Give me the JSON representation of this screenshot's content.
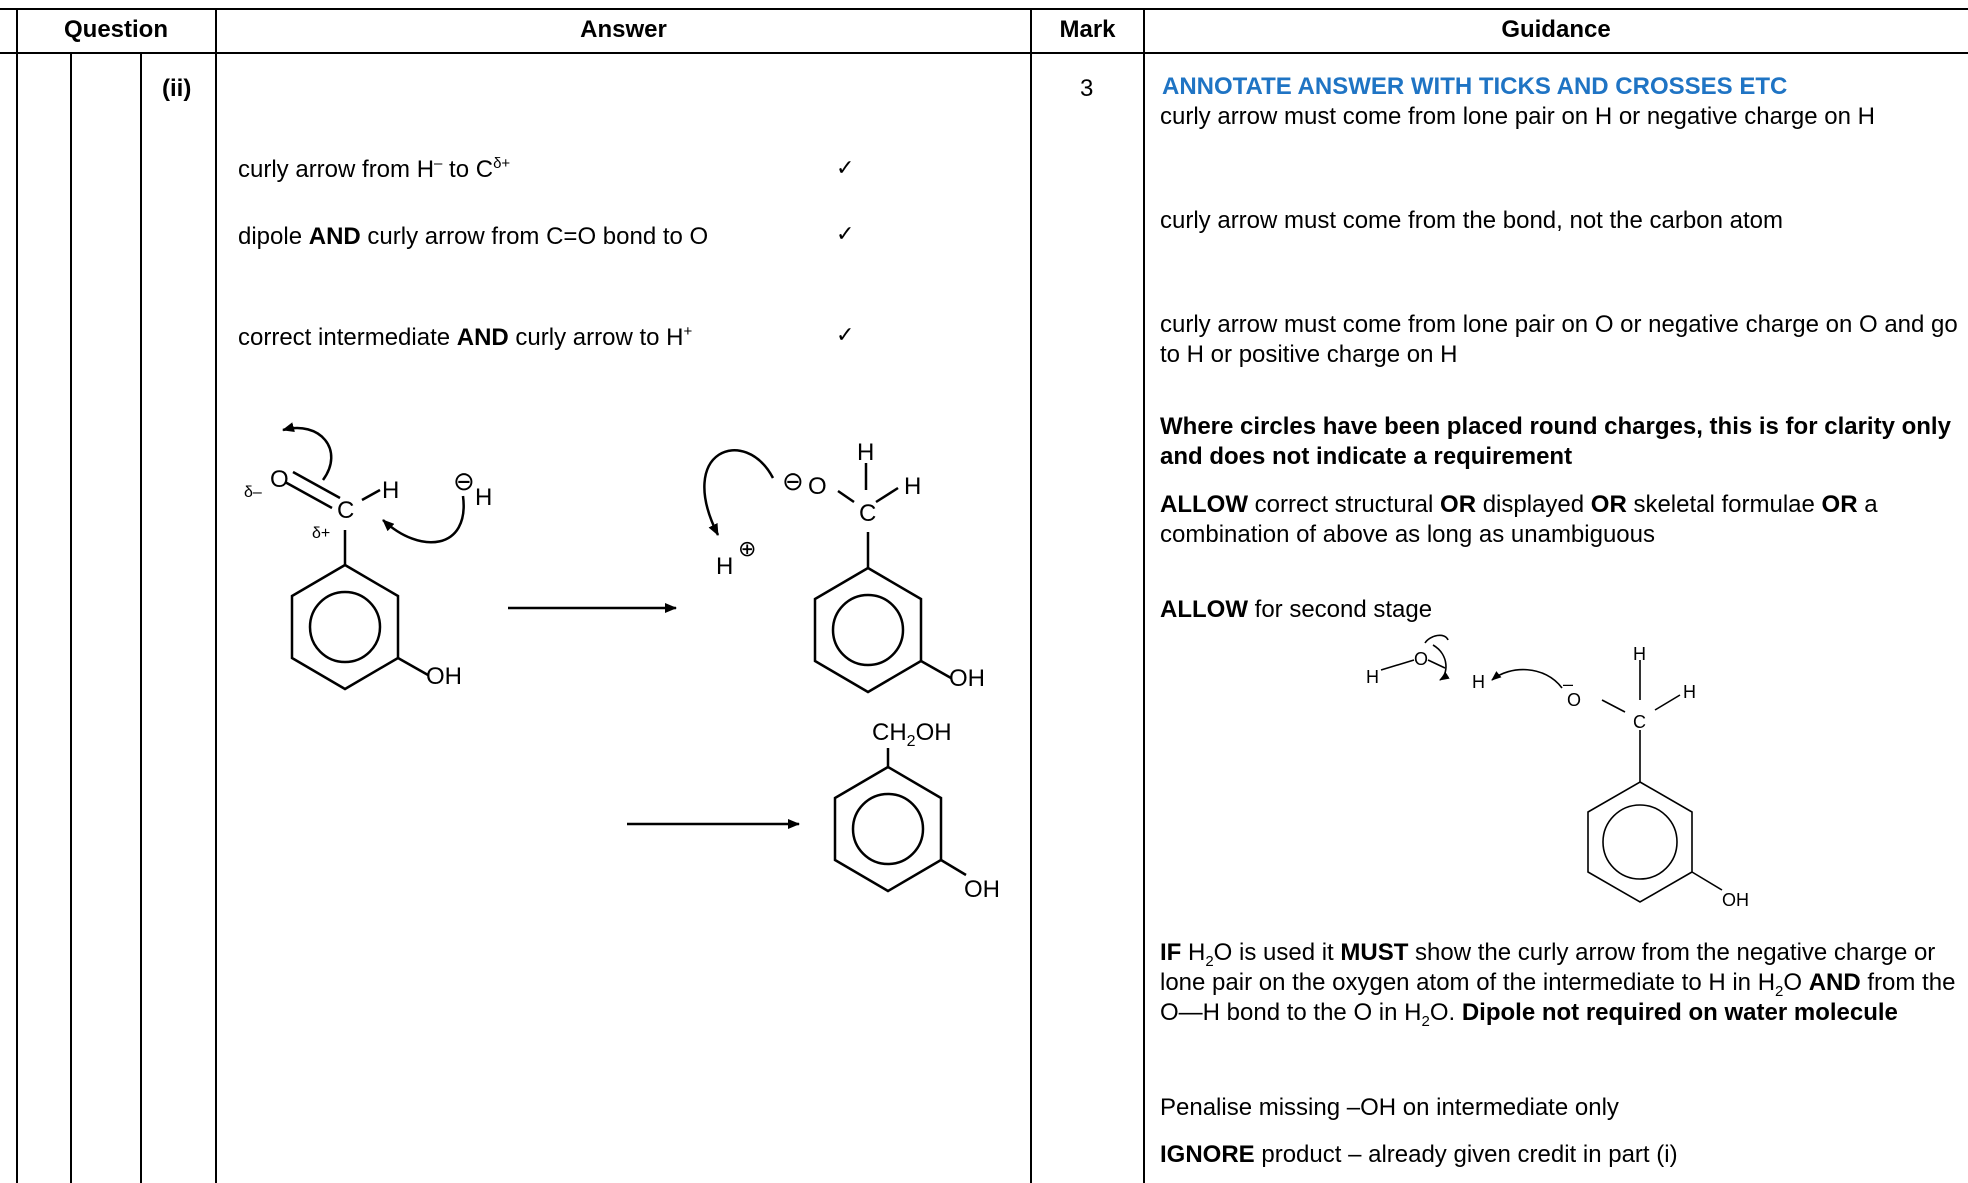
{
  "headers": {
    "question": "Question",
    "answer": "Answer",
    "mark": "Mark",
    "guidance": "Guidance"
  },
  "question": {
    "part": "(ii)"
  },
  "mark": {
    "value": "3"
  },
  "answer": {
    "line1": {
      "pre": "curly arrow from H",
      "h_sup": "–",
      "mid": " to C",
      "c_sup": "δ+"
    },
    "line2": {
      "pre": "dipole ",
      "bold": "AND",
      "post": " curly arrow from C=O bond to O"
    },
    "line3": {
      "pre": "correct intermediate ",
      "bold": "AND",
      "post": " curly arrow to H",
      "sup": "+"
    },
    "tick": "✓",
    "diagram": {
      "delta_minus": "δ–",
      "delta_plus": "δ+",
      "o": "O",
      "c": "C",
      "h": "H",
      "oh": "OH",
      "minus_circle": "⊖",
      "plus_circle": "⊕",
      "ch2oh": {
        "a": "CH",
        "sub": "2",
        "b": "OH"
      }
    }
  },
  "guidance": {
    "annotate": "ANNOTATE ANSWER WITH TICKS AND CROSSES ETC",
    "g1": "curly arrow must come from lone pair on H or negative charge on H",
    "g2": "curly arrow must come from the bond, not the carbon atom",
    "g3": "curly arrow must come from lone pair on O or negative charge on O and go to H or positive charge on H",
    "g4": "Where circles have been placed round charges, this is for clarity only and does not indicate a requirement",
    "g5": {
      "b1": "ALLOW",
      "t1": " correct structural ",
      "b2": "OR",
      "t2": " displayed ",
      "b3": "OR",
      "t3": " skeletal formulae ",
      "b4": "OR",
      "t4": " a combination of above as long as unambiguous"
    },
    "g6": {
      "b": "ALLOW",
      "t": " for second stage"
    },
    "diagram": {
      "h": "H",
      "o": "O",
      "c": "C",
      "minus": "–",
      "oh": "OH"
    },
    "g7": {
      "b1": "IF",
      "t1a": " H",
      "sub1": "2",
      "t1b": "O is used it ",
      "b2": "MUST",
      "t2": " show the curly arrow from the negative charge or lone pair on the oxygen atom of the intermediate to H in H",
      "sub2": "2",
      "t3": "O ",
      "b3": "AND",
      "t4": " from the O—H bond to the O in H",
      "sub3": "2",
      "t5": "O. ",
      "b4": "Dipole not required on water molecule"
    },
    "g8": "Penalise missing –OH on intermediate only",
    "g9": {
      "b": "IGNORE",
      "t": " product – already given credit in part (i)"
    }
  }
}
